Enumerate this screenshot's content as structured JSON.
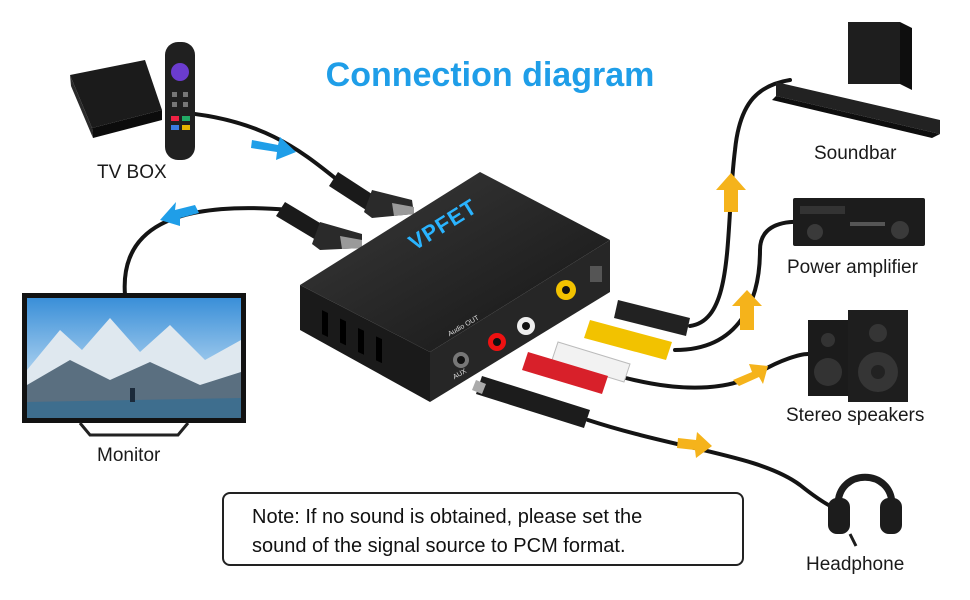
{
  "title": "Connection diagram",
  "devices": {
    "tv_box": "TV BOX",
    "monitor": "Monitor",
    "soundbar": "Soundbar",
    "power_amplifier": "Power amplifier",
    "stereo_speakers": "Stereo speakers",
    "headphone": "Headphone"
  },
  "converter": {
    "brand": "VPFET",
    "panel_label": "Audio OUT",
    "aux_label": "AUX"
  },
  "note": {
    "line1": "Note: If no sound is obtained, please set the",
    "line2": "sound of the signal source to PCM format."
  },
  "colors": {
    "title": "#1f9ee8",
    "input_arrows": "#1f9ee8",
    "output_arrows": "#f5b31b",
    "device_body": "#1e1e1e",
    "rca_yellow": "#f2c200",
    "rca_white": "#f2f2f2",
    "rca_red": "#d8202a"
  }
}
